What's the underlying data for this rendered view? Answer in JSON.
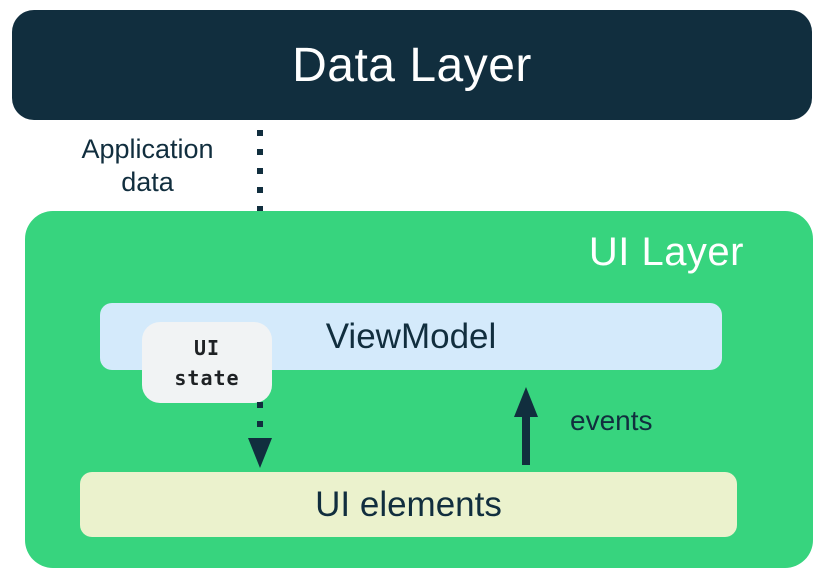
{
  "colors": {
    "navy": "#112E3E",
    "green": "#37D47E",
    "light_blue": "#D4EAFB",
    "cream": "#EBF2CD",
    "badge_bg": "#F1F3F4",
    "badge_text": "#1E2124",
    "white": "#FFFFFF"
  },
  "data_layer": {
    "label": "Data Layer"
  },
  "ui_layer": {
    "label": "UI Layer",
    "viewmodel_label": "ViewModel",
    "ui_state": {
      "line1": "UI",
      "line2": "state"
    },
    "ui_elements_label": "UI elements"
  },
  "arrows": {
    "application_data": {
      "line1": "Application",
      "line2": "data"
    },
    "events_label": "events"
  }
}
